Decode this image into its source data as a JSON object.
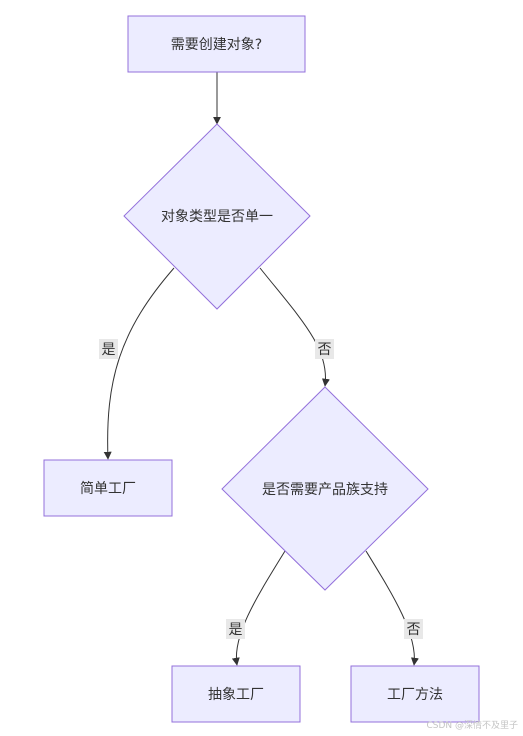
{
  "colors": {
    "node_fill": "#ECECFF",
    "node_stroke": "#9370DB",
    "edge_stroke": "#333333",
    "edge_label_bg": "#E8E8E8",
    "text": "#333333"
  },
  "nodes": {
    "start": "需要创建对象?",
    "decision_single_type": "对象类型是否单一",
    "simple_factory": "简单工厂",
    "decision_product_family": "是否需要产品族支持",
    "abstract_factory": "抽象工厂",
    "factory_method": "工厂方法"
  },
  "edges": {
    "single_yes": "是",
    "single_no": "否",
    "family_yes": "是",
    "family_no": "否"
  },
  "watermark": "CSDN @深情不及里子"
}
